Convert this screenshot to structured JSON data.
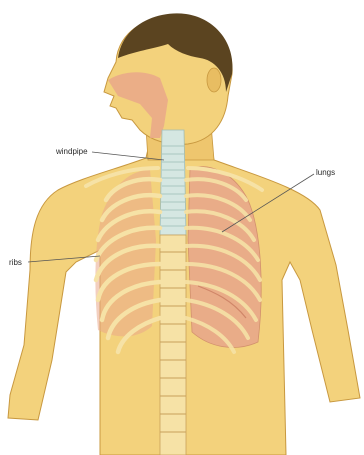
{
  "labels": {
    "windpipe": "windpipe",
    "lungs": "lungs",
    "ribs": "ribs"
  },
  "colors": {
    "skin": "#f3d27c",
    "skin_shadow": "#d8ab55",
    "hair": "#5b4420",
    "lung": "#e9a88a",
    "rib": "#f6e2a6",
    "trachea": "#d5e7e2",
    "leader": "#555555"
  }
}
